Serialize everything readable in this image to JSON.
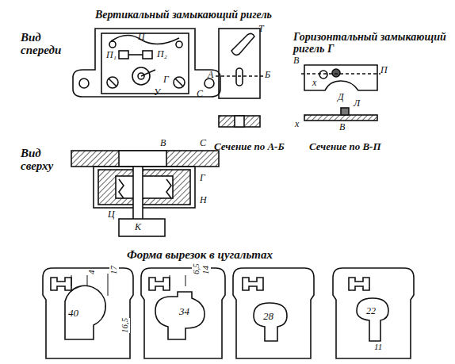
{
  "diagram": {
    "labels": [
      "Вертикальный замыкающий ригель",
      "Вид спереди",
      "П",
      "П₁",
      "П₂",
      "Г",
      "У",
      "С",
      "Т",
      "А",
      "Б",
      "Сечение по А-Б",
      "Горизонтальный замыкающий ригель Г",
      "В",
      "П",
      "х",
      "Д",
      "Л",
      "х",
      "В",
      "Сечение по В-П",
      "Вид сверху",
      "В",
      "С",
      "Г",
      "Н",
      "Ц",
      "К",
      "Форма вырезок в цугальтах",
      "4",
      "17",
      "40",
      "16,5",
      "6,5",
      "14",
      "34",
      "28",
      "22",
      "11"
    ]
  }
}
